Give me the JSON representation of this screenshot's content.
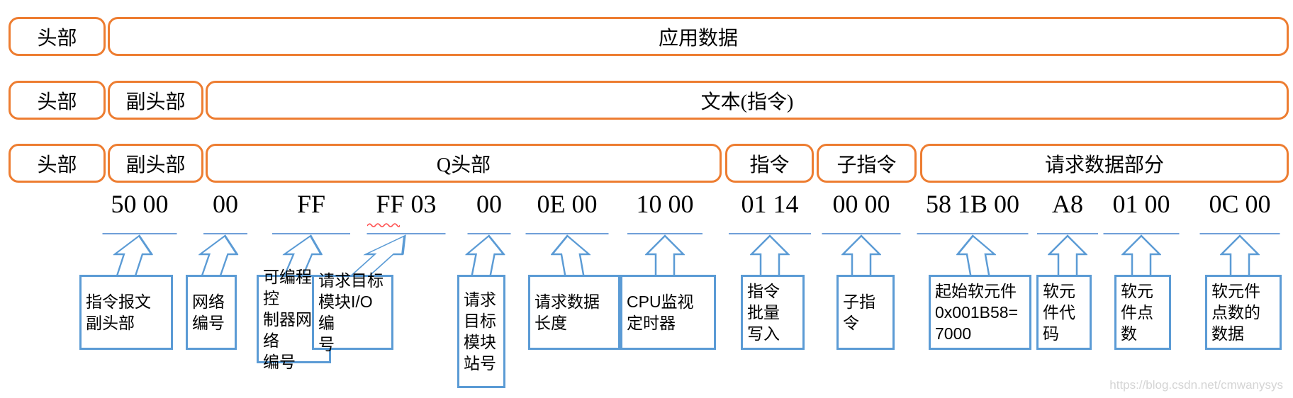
{
  "layers": [
    {
      "cells": [
        {
          "text": "头部"
        },
        {
          "text": "应用数据"
        }
      ]
    },
    {
      "cells": [
        {
          "text": "头部"
        },
        {
          "text": "副头部"
        },
        {
          "text": "文本(指令)"
        }
      ]
    },
    {
      "cells": [
        {
          "text": "头部"
        },
        {
          "text": "副头部"
        },
        {
          "text": "Q头部"
        },
        {
          "text": "指令"
        },
        {
          "text": "子指令"
        },
        {
          "text": "请求数据部分"
        }
      ]
    }
  ],
  "fields": [
    {
      "hex": "50 00",
      "label": "指令报文\n副头部"
    },
    {
      "hex": "00",
      "label": "网络\n编号"
    },
    {
      "hex": "FF",
      "label": "可编程控\n制器网络\n编号"
    },
    {
      "hex": "FF 03",
      "label": "请求目标\n模块I/O编\n号"
    },
    {
      "hex": "00",
      "label": "请求\n目标\n模块\n站号"
    },
    {
      "hex": "0E 00",
      "label": "请求数据\n长度"
    },
    {
      "hex": "10 00",
      "label": "CPU监视\n定时器"
    },
    {
      "hex": "01 14",
      "label": "指令\n批量\n写入"
    },
    {
      "hex": "00 00",
      "label": "子指\n令"
    },
    {
      "hex": "58 1B 00",
      "label": "起始软元件\n0x001B58=\n7000"
    },
    {
      "hex": "A8",
      "label": "软元\n件代\n码"
    },
    {
      "hex": "01 00",
      "label": "软元\n件点\n数"
    },
    {
      "hex": "0C 00",
      "label": "软元件\n点数的\n数据"
    }
  ],
  "colors": {
    "frame_orange": "#ED7D31",
    "arrow_blue": "#5B9BD5",
    "underline_blue": "#6F9FD8",
    "squiggle_red": "#FF5050",
    "watermark_gray": "#D4D4D4"
  },
  "watermark": "https://blog.csdn.net/cmwanysys"
}
